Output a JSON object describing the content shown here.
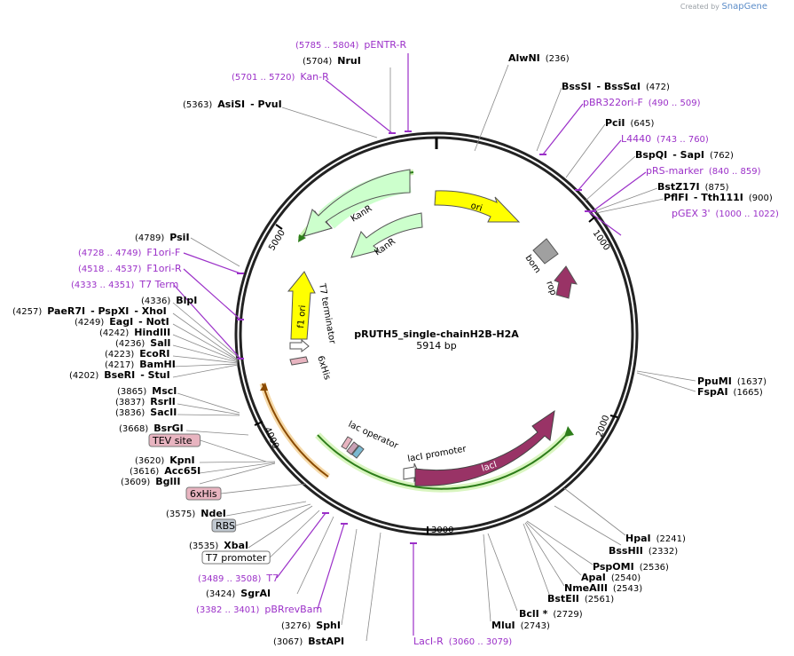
{
  "watermark": {
    "prefix": "Created by",
    "brand": "SnapGene"
  },
  "plasmid": {
    "name": "pRUTH5_single-chainH2B-H2A",
    "length": "5914 bp"
  },
  "ticks": [
    "1000",
    "2000",
    "3000",
    "4000",
    "5000"
  ],
  "labels": [
    {
      "id": "pentr-r",
      "parts": [
        {
          "t": "(5785 .. 5804)",
          "s": "primpos"
        },
        {
          "t": "pENTR-R",
          "s": "prim"
        }
      ]
    },
    {
      "id": "nrui",
      "parts": [
        {
          "t": "(5704)",
          "s": "pos"
        },
        {
          "t": "NruI",
          "s": "enz"
        }
      ]
    },
    {
      "id": "kan-r",
      "parts": [
        {
          "t": "(5701 .. 5720)",
          "s": "primpos"
        },
        {
          "t": "Kan-R",
          "s": "prim"
        }
      ]
    },
    {
      "id": "asisi",
      "parts": [
        {
          "t": "(5363)",
          "s": "pos"
        },
        {
          "t": "AsiSI",
          "s": "enz"
        },
        {
          "t": "- PvuI",
          "s": "enz"
        }
      ]
    },
    {
      "id": "psii",
      "parts": [
        {
          "t": "(4789)",
          "s": "pos"
        },
        {
          "t": "PsiI",
          "s": "enz"
        }
      ]
    },
    {
      "id": "f1ori-f",
      "parts": [
        {
          "t": "(4728 .. 4749)",
          "s": "primpos"
        },
        {
          "t": "F1ori-F",
          "s": "prim"
        }
      ]
    },
    {
      "id": "f1ori-r",
      "parts": [
        {
          "t": "(4518 .. 4537)",
          "s": "primpos"
        },
        {
          "t": "F1ori-R",
          "s": "prim"
        }
      ]
    },
    {
      "id": "t7term",
      "parts": [
        {
          "t": "(4333 .. 4351)",
          "s": "primpos"
        },
        {
          "t": "T7 Term",
          "s": "prim"
        }
      ]
    },
    {
      "id": "blpi",
      "parts": [
        {
          "t": "(4336)",
          "s": "pos"
        },
        {
          "t": "BlpI",
          "s": "enz"
        }
      ]
    },
    {
      "id": "paer7i",
      "parts": [
        {
          "t": "(4257)",
          "s": "pos"
        },
        {
          "t": "PaeR7I",
          "s": "enz"
        },
        {
          "t": "- PspXI",
          "s": "enz"
        },
        {
          "t": "- XhoI",
          "s": "enz"
        }
      ]
    },
    {
      "id": "eagi",
      "parts": [
        {
          "t": "(4249)",
          "s": "pos"
        },
        {
          "t": "EagI",
          "s": "enz"
        },
        {
          "t": "- NotI",
          "s": "enz"
        }
      ]
    },
    {
      "id": "hindiii",
      "parts": [
        {
          "t": "(4242)",
          "s": "pos"
        },
        {
          "t": "HindIII",
          "s": "enz"
        }
      ]
    },
    {
      "id": "sali",
      "parts": [
        {
          "t": "(4236)",
          "s": "pos"
        },
        {
          "t": "SalI",
          "s": "enz"
        }
      ]
    },
    {
      "id": "ecori",
      "parts": [
        {
          "t": "(4223)",
          "s": "pos"
        },
        {
          "t": "EcoRI",
          "s": "enz"
        }
      ]
    },
    {
      "id": "bamhi",
      "parts": [
        {
          "t": "(4217)",
          "s": "pos"
        },
        {
          "t": "BamHI",
          "s": "enz"
        }
      ]
    },
    {
      "id": "bseri",
      "parts": [
        {
          "t": "(4202)",
          "s": "pos"
        },
        {
          "t": "BseRI",
          "s": "enz"
        },
        {
          "t": "- StuI",
          "s": "enz"
        }
      ]
    },
    {
      "id": "msci",
      "parts": [
        {
          "t": "(3865)",
          "s": "pos"
        },
        {
          "t": "MscI",
          "s": "enz"
        }
      ]
    },
    {
      "id": "rsrii",
      "parts": [
        {
          "t": "(3837)",
          "s": "pos"
        },
        {
          "t": "RsrII",
          "s": "enz"
        }
      ]
    },
    {
      "id": "sacii",
      "parts": [
        {
          "t": "(3836)",
          "s": "pos"
        },
        {
          "t": "SacII",
          "s": "enz"
        }
      ]
    },
    {
      "id": "bsrgi",
      "parts": [
        {
          "t": "(3668)",
          "s": "pos"
        },
        {
          "t": "BsrGI",
          "s": "enz"
        }
      ]
    },
    {
      "id": "kpni",
      "parts": [
        {
          "t": "(3620)",
          "s": "pos"
        },
        {
          "t": "KpnI",
          "s": "enz"
        }
      ]
    },
    {
      "id": "acc65i",
      "parts": [
        {
          "t": "(3616)",
          "s": "pos"
        },
        {
          "t": "Acc65I",
          "s": "enz"
        }
      ]
    },
    {
      "id": "bglii",
      "parts": [
        {
          "t": "(3609)",
          "s": "pos"
        },
        {
          "t": "BglII",
          "s": "enz"
        }
      ]
    },
    {
      "id": "ndei",
      "parts": [
        {
          "t": "(3575)",
          "s": "pos"
        },
        {
          "t": "NdeI",
          "s": "enz"
        }
      ]
    },
    {
      "id": "xbai",
      "parts": [
        {
          "t": "(3535)",
          "s": "pos"
        },
        {
          "t": "XbaI",
          "s": "enz"
        }
      ]
    },
    {
      "id": "t7",
      "parts": [
        {
          "t": "(3489 .. 3508)",
          "s": "primpos"
        },
        {
          "t": "T7",
          "s": "prim"
        }
      ]
    },
    {
      "id": "sgrai",
      "parts": [
        {
          "t": "(3424)",
          "s": "pos"
        },
        {
          "t": "SgrAI",
          "s": "enz"
        }
      ]
    },
    {
      "id": "pbrrevbam",
      "parts": [
        {
          "t": "(3382 .. 3401)",
          "s": "primpos"
        },
        {
          "t": "pBRrevBam",
          "s": "prim"
        }
      ]
    },
    {
      "id": "sphi",
      "parts": [
        {
          "t": "(3276)",
          "s": "pos"
        },
        {
          "t": "SphI",
          "s": "enz"
        }
      ]
    },
    {
      "id": "bstapi",
      "parts": [
        {
          "t": "(3067)",
          "s": "pos"
        },
        {
          "t": "BstAPI",
          "s": "enz"
        }
      ]
    },
    {
      "id": "laci-r",
      "parts": [
        {
          "t": "LacI-R",
          "s": "prim"
        },
        {
          "t": "(3060 .. 3079)",
          "s": "primpos"
        }
      ]
    },
    {
      "id": "mlui",
      "parts": [
        {
          "t": "MluI",
          "s": "enz"
        },
        {
          "t": "(2743)",
          "s": "pos"
        }
      ]
    },
    {
      "id": "bcli",
      "parts": [
        {
          "t": "BclI *",
          "s": "enz"
        },
        {
          "t": "(2729)",
          "s": "pos"
        }
      ]
    },
    {
      "id": "bsteii",
      "parts": [
        {
          "t": "BstEII",
          "s": "enz"
        },
        {
          "t": "(2561)",
          "s": "pos"
        }
      ]
    },
    {
      "id": "nmeaiii",
      "parts": [
        {
          "t": "NmeAIII",
          "s": "enz"
        },
        {
          "t": "(2543)",
          "s": "pos"
        }
      ]
    },
    {
      "id": "apai",
      "parts": [
        {
          "t": "ApaI",
          "s": "enz"
        },
        {
          "t": "(2540)",
          "s": "pos"
        }
      ]
    },
    {
      "id": "pspomi",
      "parts": [
        {
          "t": "PspOMI",
          "s": "enz"
        },
        {
          "t": "(2536)",
          "s": "pos"
        }
      ]
    },
    {
      "id": "bsshii",
      "parts": [
        {
          "t": "BssHII",
          "s": "enz"
        },
        {
          "t": "(2332)",
          "s": "pos"
        }
      ]
    },
    {
      "id": "hpai",
      "parts": [
        {
          "t": "HpaI",
          "s": "enz"
        },
        {
          "t": "(2241)",
          "s": "pos"
        }
      ]
    },
    {
      "id": "fspai",
      "parts": [
        {
          "t": "FspAI",
          "s": "enz"
        },
        {
          "t": "(1665)",
          "s": "pos"
        }
      ]
    },
    {
      "id": "ppumi",
      "parts": [
        {
          "t": "PpuMI",
          "s": "enz"
        },
        {
          "t": "(1637)",
          "s": "pos"
        }
      ]
    },
    {
      "id": "pgex3",
      "parts": [
        {
          "t": "pGEX 3'",
          "s": "prim"
        },
        {
          "t": "(1000 .. 1022)",
          "s": "primpos"
        }
      ]
    },
    {
      "id": "pflfi",
      "parts": [
        {
          "t": "PflFI",
          "s": "enz"
        },
        {
          "t": "- Tth111I",
          "s": "enz"
        },
        {
          "t": "(900)",
          "s": "pos"
        }
      ]
    },
    {
      "id": "bstz17i",
      "parts": [
        {
          "t": "BstZ17I",
          "s": "enz"
        },
        {
          "t": "(875)",
          "s": "pos"
        }
      ]
    },
    {
      "id": "prs-marker",
      "parts": [
        {
          "t": "pRS-marker",
          "s": "prim"
        },
        {
          "t": "(840 .. 859)",
          "s": "primpos"
        }
      ]
    },
    {
      "id": "bspqi",
      "parts": [
        {
          "t": "BspQI",
          "s": "enz"
        },
        {
          "t": "- SapI",
          "s": "enz"
        },
        {
          "t": "(762)",
          "s": "pos"
        }
      ]
    },
    {
      "id": "l4440",
      "parts": [
        {
          "t": "L4440",
          "s": "prim"
        },
        {
          "t": "(743 .. 760)",
          "s": "primpos"
        }
      ]
    },
    {
      "id": "pcii",
      "parts": [
        {
          "t": "PciI",
          "s": "enz"
        },
        {
          "t": "(645)",
          "s": "pos"
        }
      ]
    },
    {
      "id": "pbr322ori-f",
      "parts": [
        {
          "t": "pBR322ori-F",
          "s": "prim"
        },
        {
          "t": "(490 .. 509)",
          "s": "primpos"
        }
      ]
    },
    {
      "id": "bsssi",
      "parts": [
        {
          "t": "BssSI",
          "s": "enz"
        },
        {
          "t": "- BssSαI",
          "s": "enz"
        },
        {
          "t": "(472)",
          "s": "pos"
        }
      ]
    },
    {
      "id": "alwni",
      "parts": [
        {
          "t": "AlwNI",
          "s": "enz"
        },
        {
          "t": "(236)",
          "s": "pos"
        }
      ]
    }
  ],
  "boxed_features": [
    "TEV site",
    "6xHis",
    "RBS",
    "T7 promoter"
  ],
  "features": [
    "ori",
    "bom",
    "rop",
    "KanR",
    "KanR",
    "f1 ori",
    "T7 terminator",
    "6xHis",
    "lac operator",
    "lacI promoter",
    "lacI"
  ],
  "colors": {
    "primer": "#9b30c8",
    "ori": "#ffff00",
    "kanr": "#ccffcc",
    "laci": "#993366",
    "rop": "#993366",
    "bom": "#a0a0a0",
    "f1ori": "#ffff00",
    "orf_green": "#2d7d1a",
    "orf_orange": "#e8a030",
    "tev_box": "#e8b4c0",
    "rbs_box": "#c0c8d0"
  }
}
